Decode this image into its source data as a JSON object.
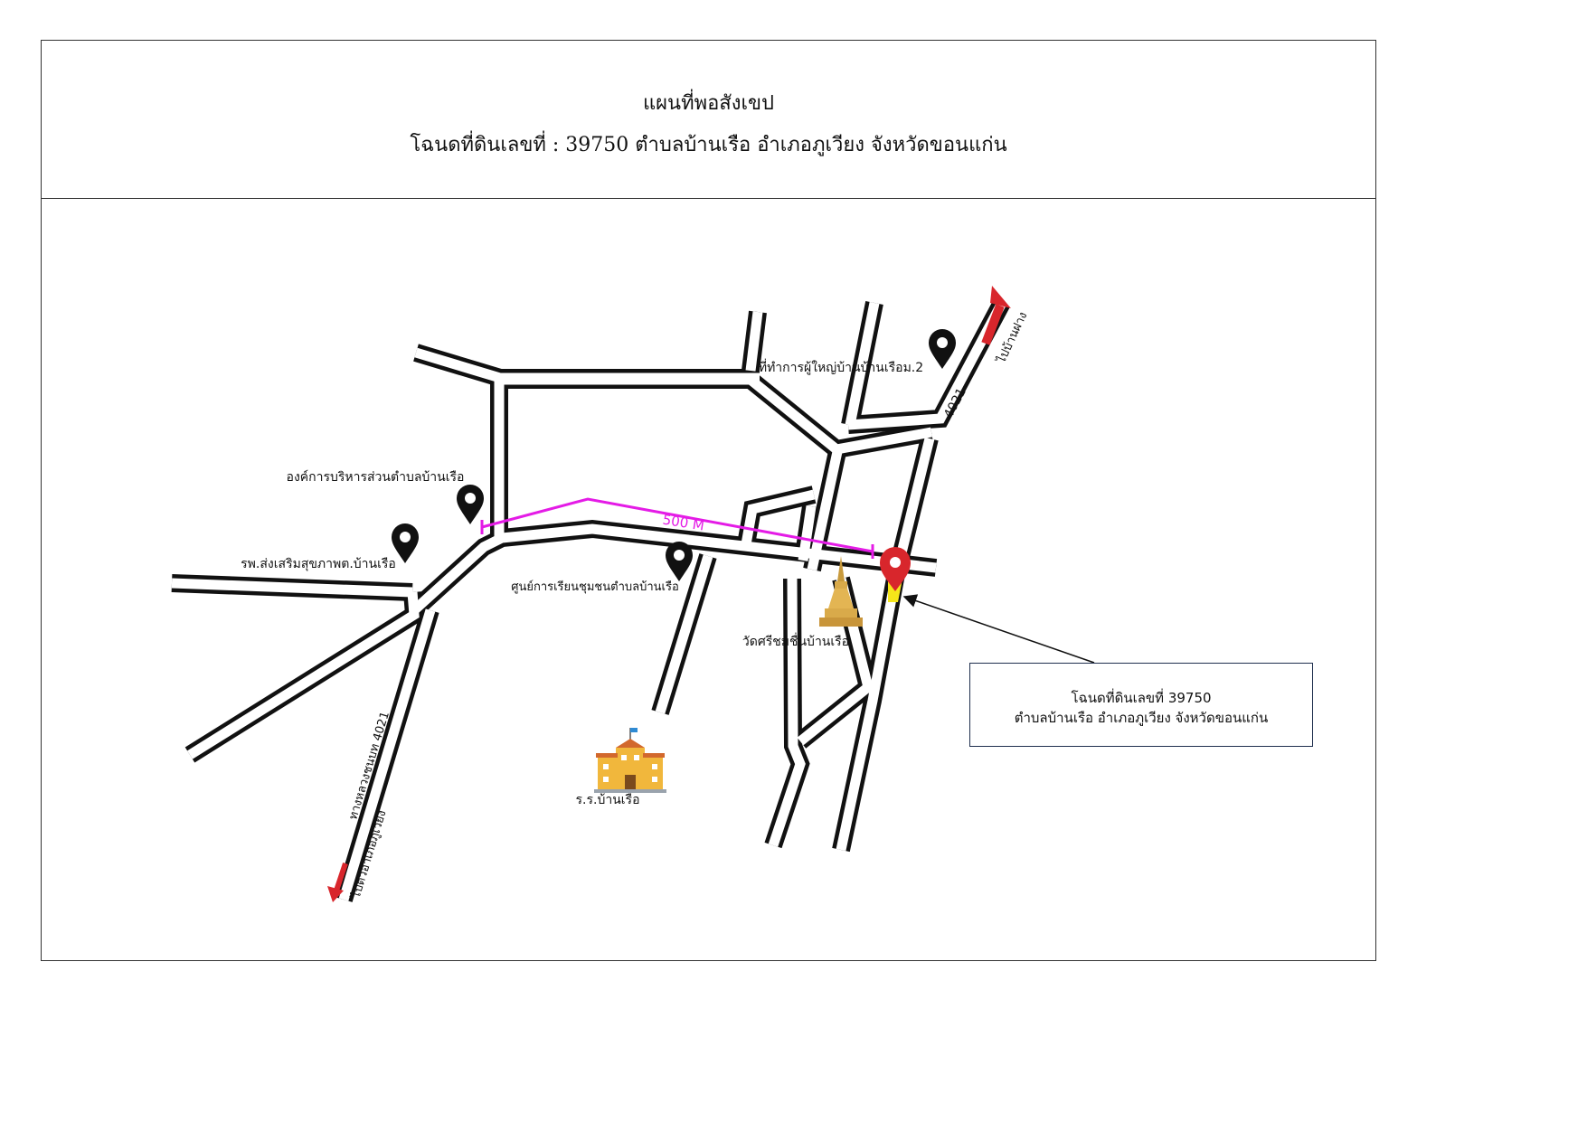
{
  "header": {
    "title": "แผนที่พอสังเขป",
    "subtitle": "โฉนดที่ดินเลขที่ :  39750  ตำบลบ้านเรือ  อำเภอภูเวียง จังหวัดขอนแก่น"
  },
  "map": {
    "places": {
      "village_head_office": "ที่ทำการผู้ใหญ่บ้านบ้านเรือม.2",
      "sao": "องค์การบริหารส่วนตำบลบ้านเรือ",
      "hospital": "รพ.ส่งเสริมสุขภาพต.บ้านเรือ",
      "learning_center": "ศูนย์การเรียนชุมชนตำบลบ้านเรือ",
      "temple": "วัดศรีชมชื่นบ้านเรือ",
      "school": "ร.ร.บ้านเรือ"
    },
    "roads": {
      "road_4021_ne": "4021",
      "road_4021_sw": "ทางหลวงชนบท 4021"
    },
    "directions": {
      "to_ban_fang": "ไปบ้านฝาง",
      "to_phu_wiang": "ไปตัวอำเภอภูเวียง"
    },
    "scale": {
      "label": "500 M",
      "color": "#e41be6"
    },
    "pin_colors": {
      "place": "#111111",
      "target": "#d8262c",
      "arrow": "#d8262c"
    },
    "callout": {
      "line1": "โฉนดที่ดินเลขที่  39750",
      "line2": "ตำบลบ้านเรือ  อำเภอภูเวียง จังหวัดขอนแก่น"
    }
  }
}
